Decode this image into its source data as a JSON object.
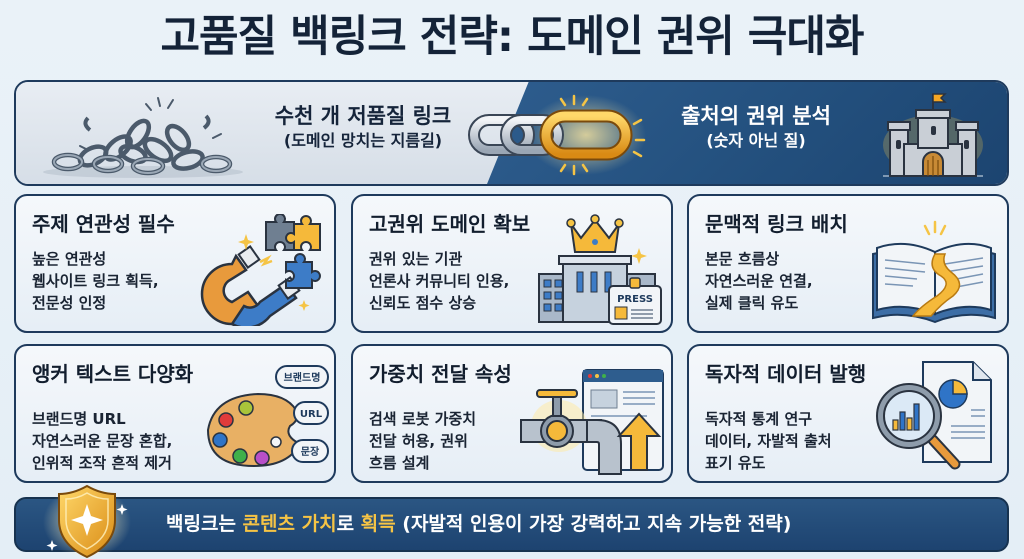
{
  "title": "고품질 백링크 전략: 도메인 권위 극대화",
  "hero": {
    "left": {
      "title": "수천 개 저품질 링크",
      "subtitle": "(도메인 망치는 지름길)",
      "icon": "broken-chain-pile-icon"
    },
    "center_icon": "gold-chain-link-icon",
    "right": {
      "title": "출처의 권위 분석",
      "subtitle": "(숫자 아닌 질)",
      "icon": "castle-icon"
    }
  },
  "cards": [
    {
      "title": "주제 연관성 필수",
      "lines": [
        "높은 연관성",
        "웹사이트 링크 획득,",
        "전문성 인정"
      ],
      "icon": "magnet-puzzle-icon"
    },
    {
      "title": "고권위 도메인 확보",
      "lines": [
        "권위 있는 기관",
        "언론사 커뮤니티 인용,",
        "신뢰도 점수 상승"
      ],
      "icon": "crown-building-press-icon",
      "badge": "PRESS"
    },
    {
      "title": "문맥적 링크 배치",
      "lines": [
        "본문 흐름상",
        "자연스러운 연결,",
        "실제 클릭 유도"
      ],
      "icon": "open-book-path-icon"
    },
    {
      "title": "앵커 텍스트 다양화",
      "lines": [
        "브랜드명 URL",
        "자연스러운 문장 혼합,",
        "인위적 조작 흔적 제거"
      ],
      "icon": "palette-icon",
      "bubbles": [
        "브랜드명",
        "URL",
        "문장"
      ]
    },
    {
      "title": "가중치 전달 속성",
      "lines": [
        "검색 로봇 가중치",
        "전달 허용, 권위",
        "흐름 설계"
      ],
      "icon": "valve-pipe-arrow-icon"
    },
    {
      "title": "독자적 데이터 발행",
      "lines": [
        "독자적 통계 연구",
        "데이터, 자발적 출처",
        "표기 유도"
      ],
      "icon": "magnifier-report-icon"
    }
  ],
  "footer": {
    "parts": [
      {
        "text": "백링크는 ",
        "highlight": false
      },
      {
        "text": "콘텐츠 가치",
        "highlight": true
      },
      {
        "text": "로 ",
        "highlight": false
      },
      {
        "text": "획득",
        "highlight": true
      },
      {
        "text": " (자발적 인용이 가장 강력하고 지속 가능한 전략)",
        "highlight": false
      }
    ],
    "icon": "golden-shield-icon"
  },
  "colors": {
    "navy": "#1e3a5c",
    "hero_blue": "#24517f",
    "gold": "#f6c445",
    "background": "#e6eff7"
  }
}
